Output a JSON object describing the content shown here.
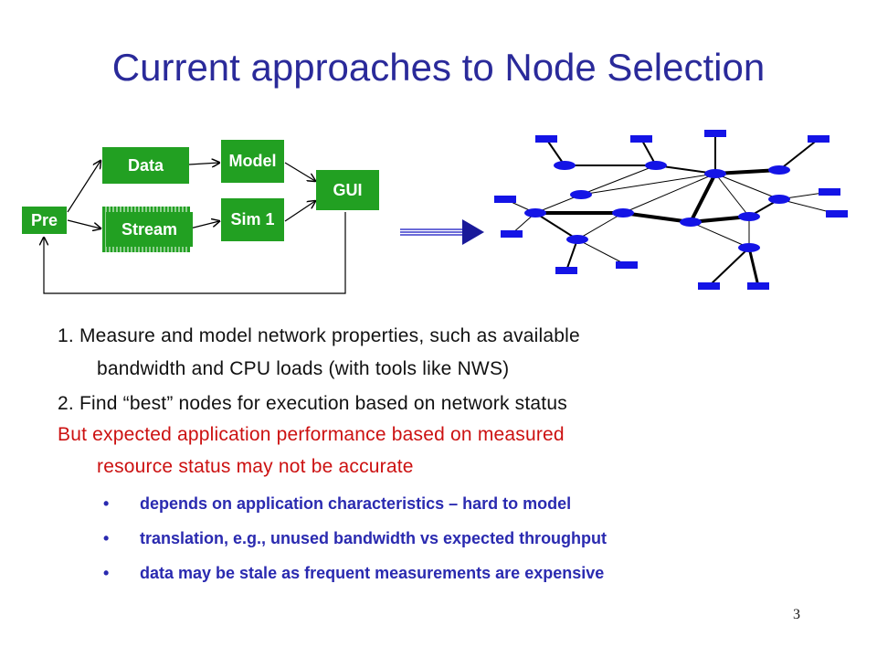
{
  "title": "Current approaches to Node Selection",
  "pipeline": {
    "pre": "Pre",
    "data": "Data",
    "stream": "Stream",
    "model": "Model",
    "sim": "Sim 1",
    "gui": "GUI"
  },
  "colors": {
    "title": "#2a2a9a",
    "box": "#22a022",
    "node": "#1414e6",
    "bullet": "#2a2ab0",
    "warning": "#cc1111"
  },
  "lines": {
    "item1_a": "1.  Measure and model network properties, such as available",
    "item1_b": "bandwidth and CPU loads (with tools like NWS)",
    "item2": "2.  Find “best” nodes for execution based on network status",
    "but_a": "But expected application performance based on measured",
    "but_b": "resource status may not be accurate"
  },
  "bullets": [
    "depends on application characteristics – hard to model",
    "translation, e.g., unused bandwidth vs expected throughput",
    "data may be stale as frequent measurements are expensive"
  ],
  "page_number": "3"
}
